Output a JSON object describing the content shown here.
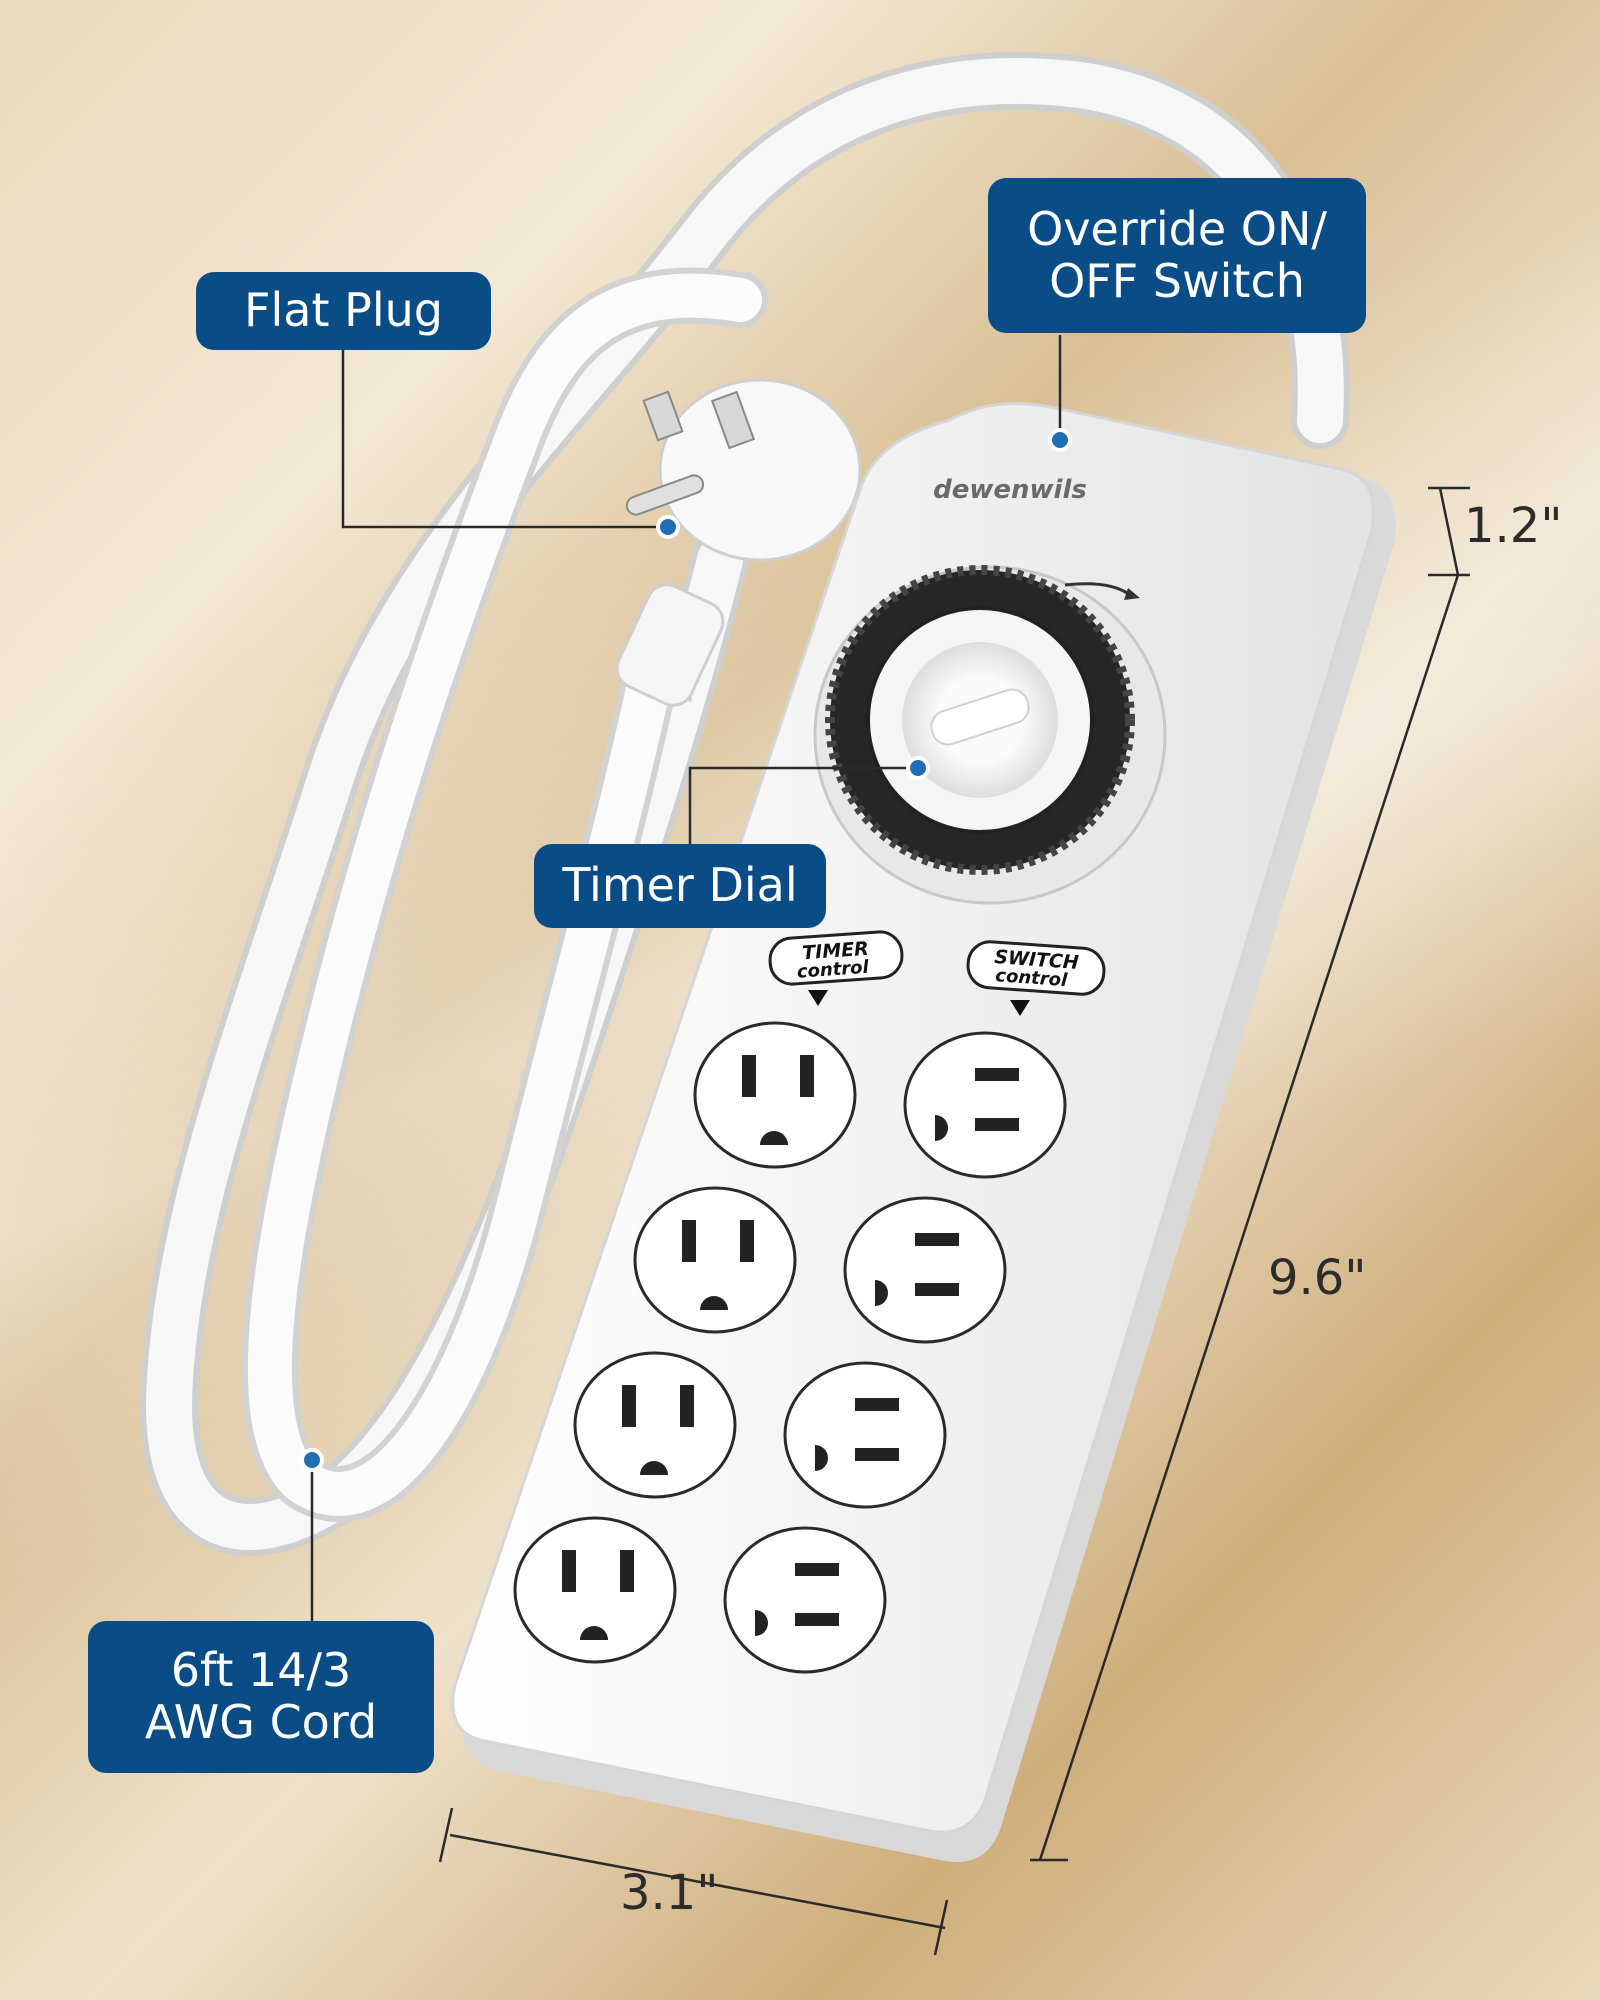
{
  "brand": "dewenwils",
  "callouts": {
    "flat_plug": "Flat Plug",
    "override_switch": [
      "Override ON/",
      "OFF Switch"
    ],
    "timer_dial": "Timer Dial",
    "cord": [
      "6ft 14/3",
      "AWG Cord"
    ]
  },
  "labels": {
    "timer_control": [
      "TIMER",
      "control"
    ],
    "switch_control": [
      "SWITCH",
      "control"
    ]
  },
  "dimensions": {
    "height": "1.2\"",
    "length": "9.6\"",
    "width": "3.1\""
  },
  "colors": {
    "callout_bg": "#0a4d86",
    "leader_dot": "#1f6fb5",
    "device": "#f4f4f4"
  },
  "outlets": {
    "timer_controlled_count": 4,
    "switch_controlled_count": 4
  }
}
